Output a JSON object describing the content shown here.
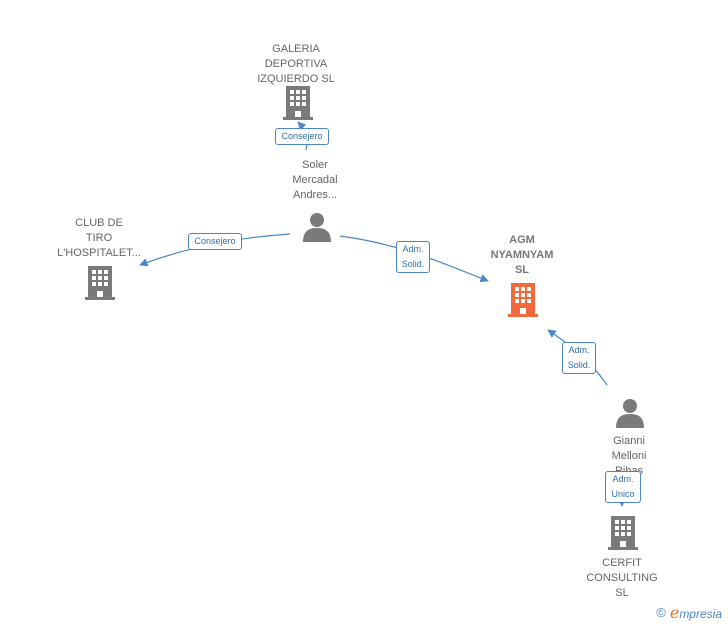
{
  "nodes": [
    {
      "id": "galeria",
      "type": "company",
      "label": "GALERIA\nDEPORTIVA\nIZQUIERDO  SL",
      "highlight": false
    },
    {
      "id": "soler",
      "type": "person",
      "label": "Soler\nMercadal\nAndres...",
      "highlight": false
    },
    {
      "id": "club",
      "type": "company",
      "label": "CLUB DE\nTIRO\nL'HOSPITALET...",
      "highlight": false
    },
    {
      "id": "agm",
      "type": "company",
      "label": "AGM\nNYAMNYAM\nSL",
      "highlight": true
    },
    {
      "id": "gianni",
      "type": "person",
      "label": "Gianni\nMelloni\nRibas",
      "highlight": false
    },
    {
      "id": "cerfit",
      "type": "company",
      "label": "CERFIT\nCONSULTING\nSL",
      "highlight": false
    }
  ],
  "edges": [
    {
      "from": "soler",
      "to": "galeria",
      "label": "Consejero"
    },
    {
      "from": "soler",
      "to": "club",
      "label": "Consejero"
    },
    {
      "from": "soler",
      "to": "agm",
      "label": "Adm.\nSolid."
    },
    {
      "from": "gianni",
      "to": "agm",
      "label": "Adm.\nSolid."
    },
    {
      "from": "gianni",
      "to": "cerfit",
      "label": "Adm.\nUnico"
    }
  ],
  "colors": {
    "company": "#7a7a7a",
    "highlight": "#f26a3c",
    "person": "#7a7a7a",
    "edge": "#4a86c8"
  },
  "footer": {
    "copyright_symbol": "©",
    "brand_initial": "e",
    "brand_rest": "mpresia"
  }
}
